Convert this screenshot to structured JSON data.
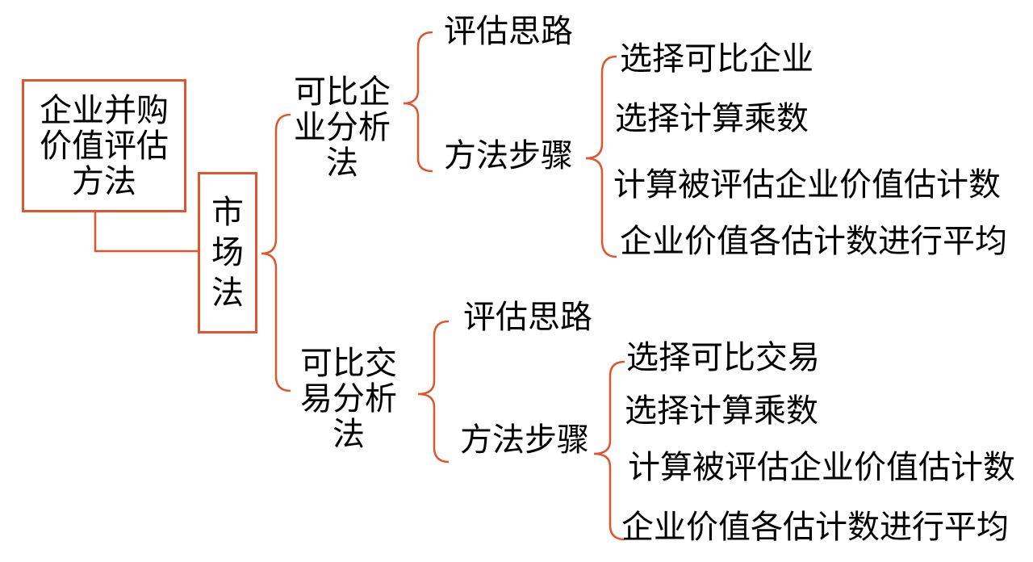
{
  "root": {
    "label": "企业并购价值评估方法"
  },
  "method": {
    "label": "市场法"
  },
  "branches": [
    {
      "label": "可比企业分析法",
      "idea": "评估思路",
      "steps_label": "方法步骤",
      "steps": [
        "选择可比企业",
        "选择计算乘数",
        "计算被评估企业价值估计数",
        "企业价值各估计数进行平均"
      ]
    },
    {
      "label": "可比交易分析法",
      "idea": "评估思路",
      "steps_label": "方法步骤",
      "steps": [
        "选择可比交易",
        "选择计算乘数",
        "计算被评估企业价值估计数",
        "企业价值各估计数进行平均"
      ]
    }
  ],
  "colors": {
    "connector": "#E0542E",
    "text": "#000000"
  }
}
